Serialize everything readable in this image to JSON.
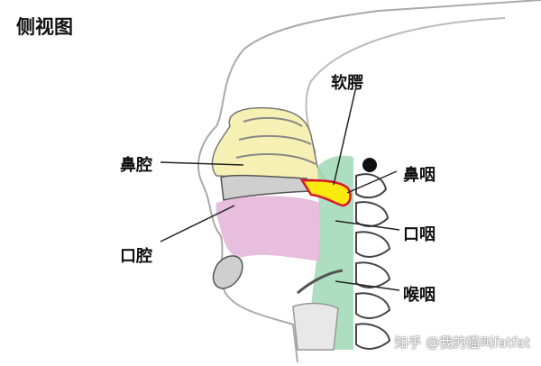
{
  "title": "侧视图",
  "labels": {
    "nasal_cavity": "鼻腔",
    "soft_palate": "软腭",
    "nasopharynx": "鼻咽",
    "oral_cavity": "口腔",
    "oropharynx": "口咽",
    "laryngopharynx": "喉咽"
  },
  "watermark": "知乎 @我的猫叫fatfat",
  "colors": {
    "nasal_region": "#f7f0b4",
    "palate": "#fbe90f",
    "palate_outline": "#d8152b",
    "mouth_pink": "#e6b7dc",
    "pharynx_green": "#9fd8b4",
    "outline": "#555555"
  }
}
